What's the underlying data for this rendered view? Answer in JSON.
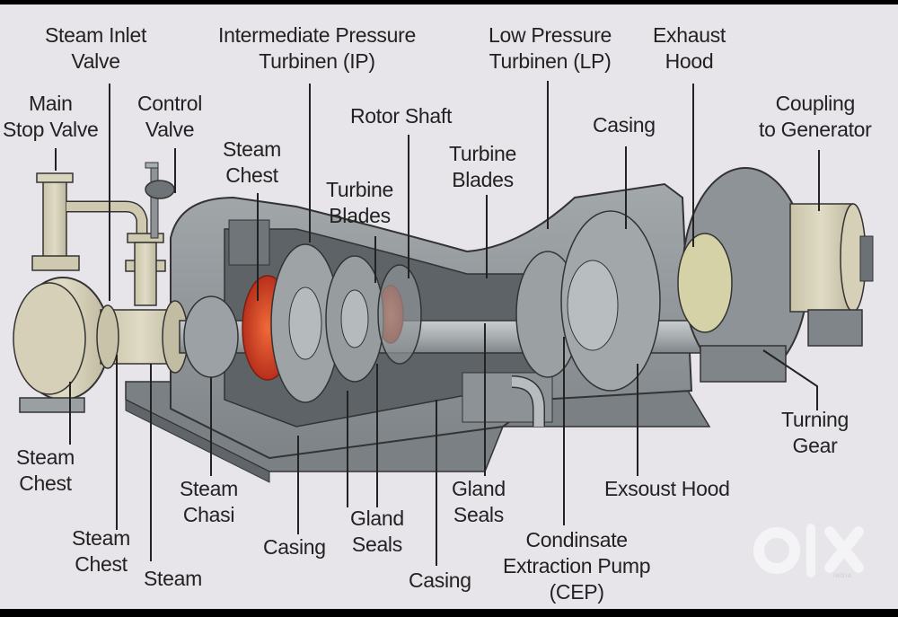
{
  "diagram": {
    "title": "Steam Turbine Components",
    "labels": {
      "steam_inlet_valve": [
        "Steam Inlet",
        "Valve"
      ],
      "main_stop_valve": [
        "Main",
        "Stop Valve"
      ],
      "control_valve": [
        "Control",
        "Valve"
      ],
      "steam_chest_top": [
        "Steam",
        "Chest"
      ],
      "ip_turbine": [
        "Intermediate Pressure",
        "Turbinen (IP)"
      ],
      "turbine_blades_left": [
        "Turbine",
        "Blades"
      ],
      "rotor_shaft": [
        "Rotor Shaft"
      ],
      "turbine_blades_right": [
        "Turbine",
        "Blades"
      ],
      "lp_turbine": [
        "Low Pressure",
        "Turbinen (LP)"
      ],
      "casing_top": [
        "Casing"
      ],
      "exhaust_hood_top": [
        "Exhaust",
        "Hood"
      ],
      "coupling_to_generator": [
        "Coupling",
        "to Generator"
      ],
      "turning_gear": [
        "Turning",
        "Gear"
      ],
      "steam_chest_left": [
        "Steam",
        "Chest"
      ],
      "steam_chest_bottom": [
        "Steam",
        "Chest"
      ],
      "steam_bottom": [
        "Steam"
      ],
      "steam_chasi": [
        "Steam",
        "Chasi"
      ],
      "casing_bottom_left": [
        "Casing"
      ],
      "gland_seals_left": [
        "Gland",
        "Seals"
      ],
      "casing_bottom_center": [
        "Casing"
      ],
      "gland_seals_right": [
        "Gland",
        "Seals"
      ],
      "cep": [
        "Condinsate",
        "Extraction Pump",
        "(CEP)"
      ],
      "exsoust_hood": [
        "Exsoust Hood"
      ]
    },
    "colors": {
      "background": "#e7e5e9",
      "casing_gray": "#8f9599",
      "valve_beige": "#d3cdb5",
      "hot_rotor_red": "#d8412a",
      "text": "#222222"
    }
  },
  "watermark": {
    "brand": "OLX",
    "sub": "INDIA"
  }
}
